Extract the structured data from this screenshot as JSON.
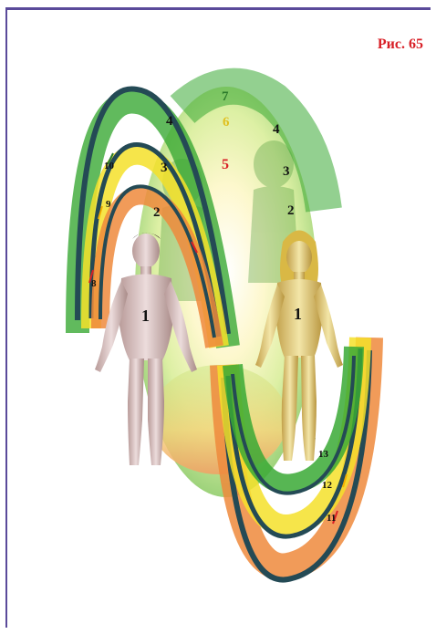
{
  "figure_label": "Рис. 65",
  "colors": {
    "frame": "#5a4a9a",
    "label_red": "#d81f26",
    "band_green": "#3aa935",
    "band_yellow": "#f4e02a",
    "band_orange": "#ee8a3c",
    "outline_dark": "#244a55"
  },
  "numbers": {
    "n1_left": "1",
    "n1_right": "1",
    "n2_left": "2",
    "n2_right": "2",
    "n3_left": "3",
    "n3_right": "3",
    "n4_left": "4",
    "n4_right": "4",
    "n5": "5",
    "n6": "6",
    "n7": "7",
    "n8": "8",
    "n9": "9",
    "n10": "10",
    "n11": "11",
    "n12": "12",
    "n13": "13"
  },
  "figures": {
    "male": "male-figure",
    "female": "female-figure"
  }
}
